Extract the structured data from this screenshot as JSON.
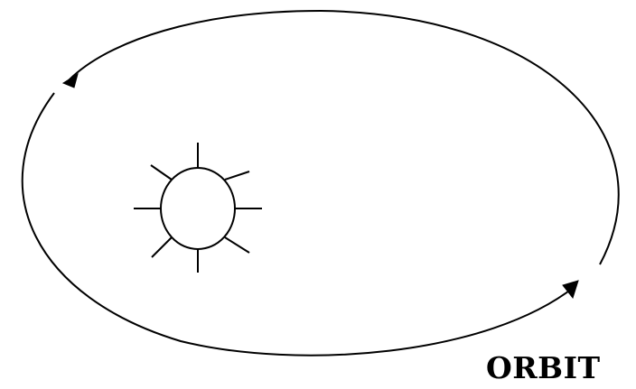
{
  "diagram": {
    "caption": "ORBIT",
    "stroke_color": "#000000",
    "background_color": "#ffffff",
    "elements": [
      "orbit-path",
      "sun-icon",
      "direction-arrows"
    ]
  }
}
